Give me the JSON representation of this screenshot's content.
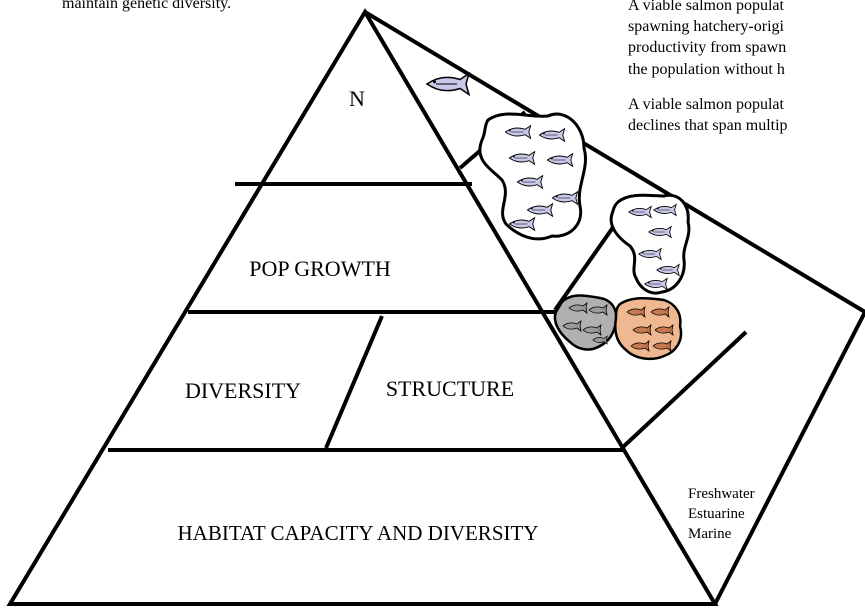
{
  "top_left_text": "maintain genetic diversity.",
  "right_text": {
    "para1": [
      "A viable salmon populat",
      "spawning hatchery-origi",
      "productivity from spawn",
      "the population without h"
    ],
    "para2": [
      "A viable salmon populat",
      "declines that span multip"
    ]
  },
  "pyramid": {
    "apex_label": "N",
    "pop_growth_label": "POP GROWTH",
    "diversity_label": "DIVERSITY",
    "structure_label": "STRUCTURE",
    "habitat_label": "HABITAT CAPACITY AND DIVERSITY"
  },
  "side_panel": {
    "habitat_lines": [
      "Freshwater",
      "Estuarine",
      "Marine"
    ]
  },
  "colors": {
    "stroke": "#000000",
    "fish_fill": "#c8c8e8",
    "school_fill": "#ffffff",
    "sub_school_gray": "#b0b0b0",
    "sub_school_orange": "#f0b890"
  }
}
